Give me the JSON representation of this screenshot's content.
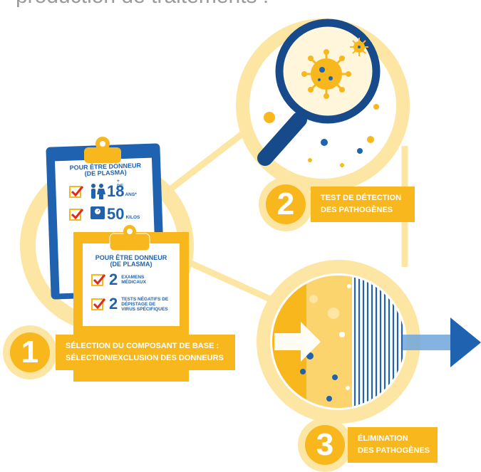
{
  "heading": "production de traitements :",
  "colors": {
    "yellow": "#f8b81d",
    "light_yellow": "#fde6a3",
    "blue": "#1f62b0",
    "dark_blue": "#164a8a",
    "white": "#ffffff",
    "grey": "#9a9a9a"
  },
  "steps": [
    {
      "number": "1",
      "label_line1": "SÉLECTION DU COMPOSANT DE BASE :",
      "label_line2": "SÉLECTION/EXCLUSION DES DONNEURS"
    },
    {
      "number": "2",
      "label_line1": "TEST DE DÉTECTION",
      "label_line2": "DES PATHOGÈNES"
    },
    {
      "number": "3",
      "label_line1": "ÉLIMINATION",
      "label_line2": "DES PATHOGÈNES"
    }
  ],
  "blue_card": {
    "title_line1": "POUR ÊTRE DONNEUR",
    "title_line2": "(DE PLASMA)",
    "age_prefix": "+ DE",
    "age_value": "18",
    "age_unit": "ANS*",
    "weight_value": "50",
    "weight_unit": "KILOS",
    "icons": [
      "people-icon",
      "scale-icon"
    ]
  },
  "yellow_card": {
    "title_line1": "POUR ÊTRE DONNEUR",
    "title_line2": "(DE PLASMA)",
    "item1_value": "2",
    "item1_text_line1": "EXAMENS",
    "item1_text_line2": "MÉDICAUX",
    "item2_value": "2",
    "item2_text_line1": "TESTS NÉGATIFS DE",
    "item2_text_line2": "DÉPISTAGE DE",
    "item2_text_line3": "VIRUS SPÉCIFIQUES"
  }
}
